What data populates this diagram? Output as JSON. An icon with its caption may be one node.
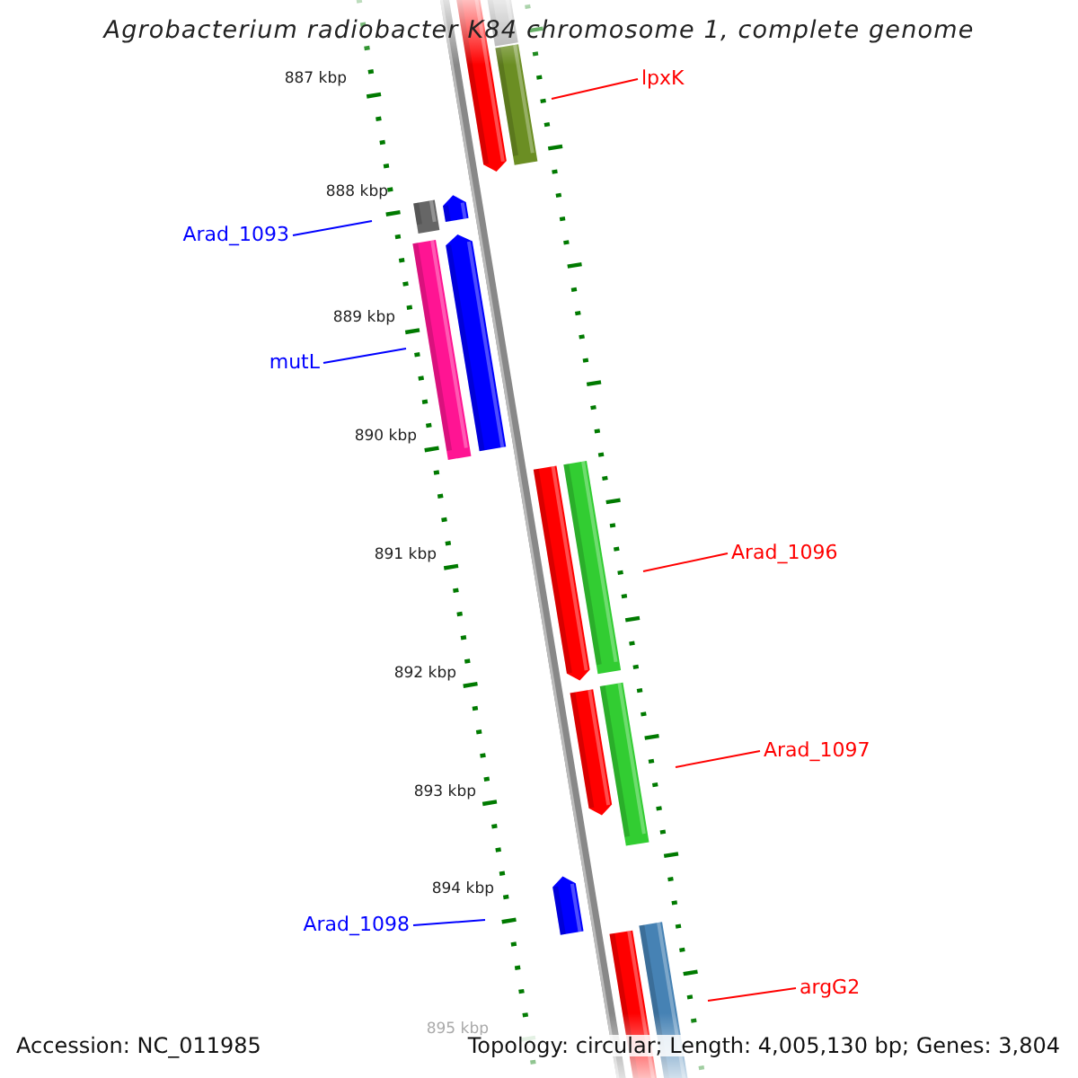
{
  "diagram": {
    "title": "Agrobacterium radiobacter K84 chromosome 1, complete genome",
    "nodes": [
      {
        "text": [
          "lpxK"
        ]
      },
      {
        "text": [
          "Arad_1093"
        ]
      },
      {
        "text": [
          "mutL"
        ]
      },
      {
        "text": [
          "Arad_1096"
        ]
      },
      {
        "text": [
          "Arad_1097"
        ]
      },
      {
        "text": [
          "Arad_1098"
        ]
      },
      {
        "text": [
          "argG2"
        ]
      }
    ],
    "edges": [
      {
        "from": 0,
        "to": null,
        "arrow": "none"
      },
      {
        "from": 1,
        "to": null,
        "arrow": "none",
        "color": "#0000ff"
      },
      {
        "from": 2,
        "to": null,
        "arrow": "none",
        "color": "#0000ff"
      },
      {
        "from": 3,
        "to": null,
        "arrow": "none"
      },
      {
        "from": 4,
        "to": null,
        "arrow": "none"
      },
      {
        "from": 5,
        "to": null,
        "arrow": "none",
        "color": "#0000ff"
      },
      {
        "from": 6,
        "to": null,
        "arrow": "none"
      }
    ],
    "labels": [
      "887 kbp",
      "888 kbp",
      "889 kbp",
      "890 kbp",
      "891 kbp",
      "892 kbp",
      "893 kbp",
      "894 kbp",
      "895 kbp",
      "Accession: NC_011985",
      "Topology: circular; Length: 4,005,130 bp; Genes: 3,804"
    ]
  }
}
